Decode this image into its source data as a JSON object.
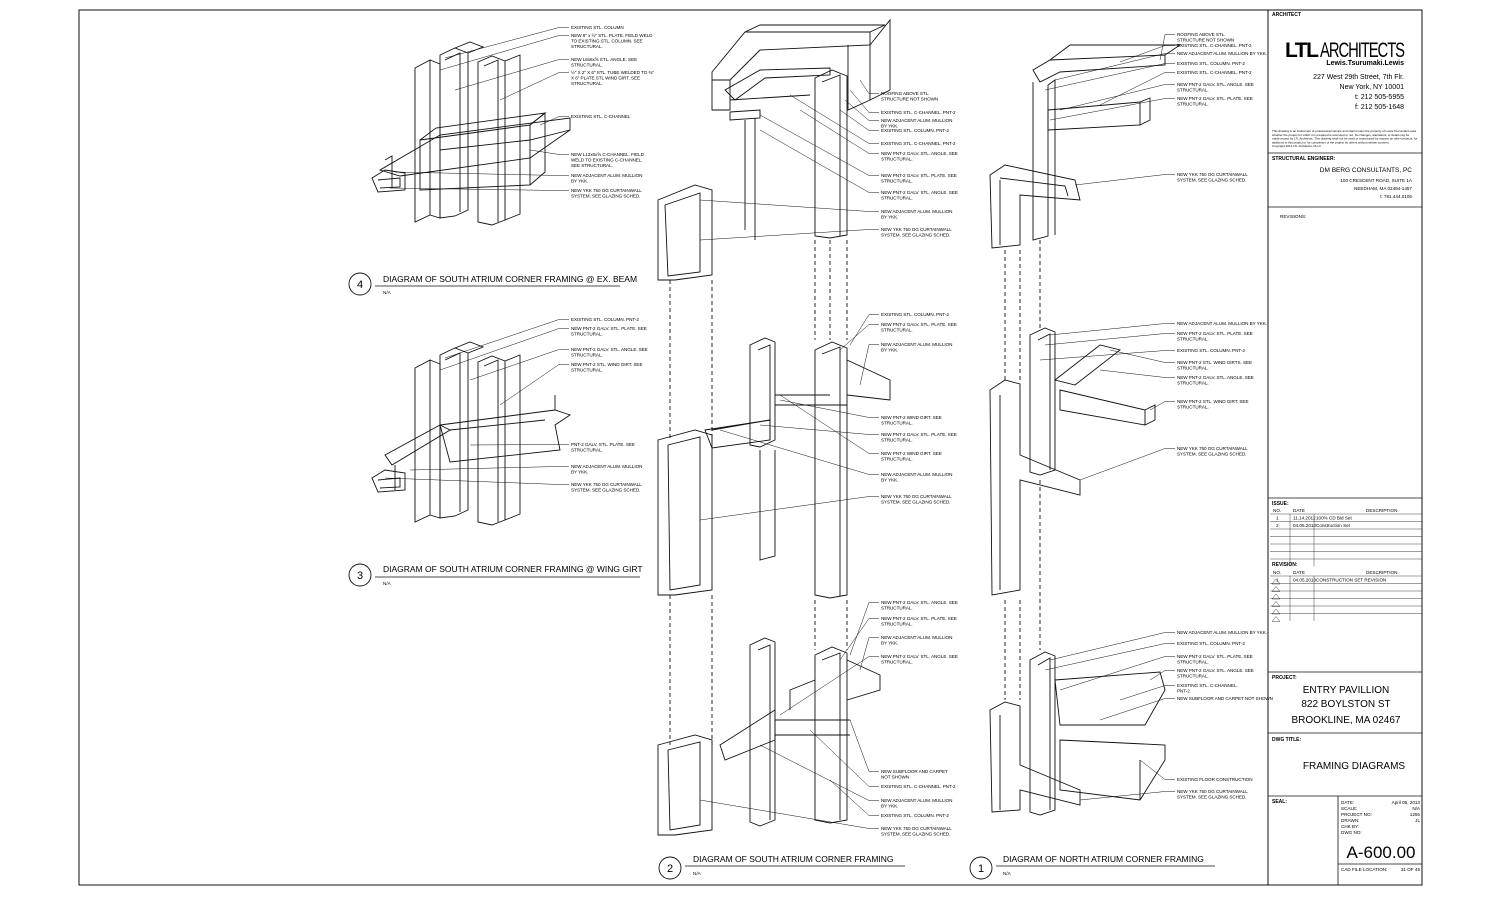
{
  "title_block": {
    "architect_label": "ARCHITECT",
    "firm_logo_bold": "LTL",
    "firm_logo_light": "ARCHITECTS",
    "firm_subline": "Lewis.Tsurumaki.Lewis",
    "address_line1": "227 West 29th Street, 7th Flr.",
    "address_line2": "New York, NY 10001",
    "phone": "t: 212 505-5955",
    "fax": "f: 212 505-1648",
    "disclaimer": [
      "This drawing is an instrument of professional service and shall remain the property of Lewis.Tsurumaki.Lewis",
      "whether the project for which it is prepared is executed or not. No changes, alterations, or detail may be",
      "made except by LTL Architects. This drawing shall not be used or reproduced by anyone on other projects, for",
      "additions to this project or for completion of the project by others without written consent.",
      "Copyright 2013 LTL Architects, PLLC"
    ],
    "engineer_label": "STRUCTURAL ENGINEER:",
    "engineer_name": "DM BERG CONSULTANTS, PC",
    "engineer_line1": "100 CRESCENT ROAD, SUITE 1A",
    "engineer_line2": "NEEDHAM, MA 02494-1457",
    "engineer_line3": "t: 781.444.0105",
    "revisions_label": "REVISIONS:",
    "issue_label": "ISSUE:",
    "issue_headers": [
      "NO.",
      "DATE",
      "DESCRIPTION"
    ],
    "issue_rows": [
      [
        "1",
        "11.14.2012",
        "100% CD Bid Set"
      ],
      [
        "2",
        "04.05.2013",
        "Construction Set"
      ]
    ],
    "revision_label": "REVISION:",
    "revision_headers": [
      "NO.",
      "DATE",
      "DESCRIPTION"
    ],
    "revision_rows": [
      [
        "1",
        "04.05.2013",
        "CONSTRUCTION SET REVISION"
      ]
    ],
    "project_label": "PROJECT:",
    "project_line1": "ENTRY PAVILLION",
    "project_line2": "822 BOYLSTON ST",
    "project_line3": "BROOKLINE, MA 02467",
    "dwg_title_label": "DWG TITLE:",
    "dwg_title": "FRAMING DIAGRAMS",
    "seal_label": "SEAL:",
    "meta": [
      {
        "label": "DATE:",
        "value": "April 05, 2013"
      },
      {
        "label": "SCALE:",
        "value": "N/A"
      },
      {
        "label": "PROJECT NO:",
        "value": "1255"
      },
      {
        "label": "DRAWN:",
        "value": "JL"
      },
      {
        "label": "CHK BY:",
        "value": ""
      },
      {
        "label": "DWG NO:",
        "value": ""
      }
    ],
    "sheet_number": "A-600.00",
    "cad_label": "CAD FILE LOCATION:",
    "sheet_count": "31 OF 45"
  },
  "diagrams": [
    {
      "number": "4",
      "title": "DIAGRAM OF SOUTH ATRIUM CORNER FRAMING @ EX. BEAM",
      "scale": "N/A"
    },
    {
      "number": "3",
      "title": "DIAGRAM OF SOUTH ATRIUM CORNER FRAMING @ WING GIRT",
      "scale": "N/A"
    },
    {
      "number": "2",
      "title": "DIAGRAM OF SOUTH ATRIUM CORNER FRAMING",
      "scale": "N/A"
    },
    {
      "number": "1",
      "title": "DIAGRAM OF NORTH ATRIUM CORNER FRAMING",
      "scale": "N/A"
    }
  ],
  "notes": {
    "d4": [
      [
        "EXISTING STL. COLUMN"
      ],
      [
        "NEW 6\" x ½\" STL. PLATE. FIELD WELD",
        "TO EXISTING STL. COLUMN. SEE",
        "STRUCTURAL."
      ],
      [
        "NEW L6x6x⅝ STL. ANGLE. SEE",
        "STRUCTURAL."
      ],
      [
        "½\" X 2\" X 6\" STL. TUBE WELDED TO ⅜\"",
        "X 6\" PLATE STL WIND GIRT. SEE",
        "STRUCTURAL."
      ],
      [
        "EXISTING STL. C-CHANNEL"
      ],
      [
        "NEW L12x6x⅝ C-CHANNEL. FIELD",
        "WELD TO EXISTING C-CHANNEL.",
        "SEE STRUCTURAL."
      ],
      [
        "NEW ADJACENT ALUM. MULLION",
        "BY YKK."
      ],
      [
        "NEW YKK 750 OG CURTAINWALL",
        "SYSTEM. SEE GLAZING SCHED."
      ]
    ],
    "d3": [
      [
        "EXISTING STL. COLUMN. PNT-2"
      ],
      [
        "NEW PNT-2 GALV. STL. PLATE. SEE",
        "STRUCTURAL."
      ],
      [
        "NEW PNT-2 GALV. STL. ANGLE. SEE",
        "STRUCTURAL."
      ],
      [
        "NEW PNT-2 STL. WIND GIRT. SEE",
        "STRUCTURAL."
      ],
      [
        "PNT-2 GALV. STL. PLATE. SEE",
        "STRUCTURAL."
      ],
      [
        "NEW ADJACENT ALUM. MULLION",
        "BY YKK."
      ],
      [
        "NEW YKK 750 OG CURTAINWALL",
        "SYSTEM. SEE GLAZING SCHED."
      ]
    ],
    "d2_top": [
      [
        "ROOFING ABOVE STL.",
        "STRUCTURE NOT SHOWN"
      ],
      [
        "EXISTING STL. C-CHANNEL. PNT-2"
      ],
      [
        "NEW ADJACENT ALUM. MULLION",
        "BY YKK."
      ],
      [
        "EXISTING STL. COLUMN. PNT-2"
      ],
      [
        "EXISTING STL. C-CHANNEL. PNT-2"
      ],
      [
        "NEW PNT-2 GALV. STL. ANGLE. SEE",
        "STRUCTURAL."
      ],
      [
        "NEW PNT-2 GALV. STL. PLATE. SEE",
        "STRUCTURAL."
      ],
      [
        "NEW PNT-2 GALV. STL. ANGLE. SEE",
        "STRUCTURAL."
      ],
      [
        "NEW ADJACENT ALUM. MULLION",
        "BY YKK."
      ],
      [
        "NEW YKK 750 OG CURTAINWALL",
        "SYSTEM. SEE GLAZING SCHED."
      ]
    ],
    "d2_mid": [
      [
        "EXISTING STL. COLUMN. PNT-2"
      ],
      [
        "NEW PNT-2 GALV. STL. PLATE. SEE",
        "STRUCTURAL."
      ],
      [
        "NEW ADJACENT ALUM. MULLION",
        "BY YKK."
      ],
      [
        "NEW PNT-2 WIND GIRT. SEE",
        "STRUCTURAL."
      ],
      [
        "NEW PNT-2 GALV. STL. PLATE. SEE",
        "STRUCTURAL."
      ],
      [
        "NEW PNT-2 WIND GIRT. SEE",
        "STRUCTURAL."
      ],
      [
        "NEW ADJACENT ALUM. MULLION",
        "BY YKK."
      ],
      [
        "NEW YKK 750 OG CURTAINWALL",
        "SYSTEM. SEE GLAZING SCHED."
      ]
    ],
    "d2_bot": [
      [
        "NEW PNT-2 GALV. STL. ANGLE. SEE",
        "STRUCTURAL."
      ],
      [
        "NEW PNT-2 GALV. STL. PLATE. SEE",
        "STRUCTURAL."
      ],
      [
        "NEW ADJACENT ALUM. MULLION",
        "BY YKK."
      ],
      [
        "NEW PNT-2 GALV. STL. ANGLE. SEE",
        "STRUCTURAL."
      ],
      [
        "NEW SUBFLOOR AND CARPET",
        "NOT SHOWN"
      ],
      [
        "EXISTING STL. C-CHANNEL. PNT-2"
      ],
      [
        "NEW ADJACENT ALUM. MULLION",
        "BY YKK."
      ],
      [
        "EXISTING STL. COLUMN. PNT-2"
      ],
      [
        "NEW YKK 750 OG CURTAINWALL",
        "SYSTEM. SEE GLAZING SCHED."
      ]
    ],
    "d1_top": [
      [
        "ROOFING ABOVE STL.",
        "STRUCTURE NOT SHOWN"
      ],
      [
        "EXISTING STL. C-CHANNEL. PNT-2"
      ],
      [
        "NEW ADJACENT ALUM. MULLION BY YKK."
      ],
      [
        "EXISTING STL. COLUMN. PNT-2"
      ],
      [
        "EXISTING STL. C-CHANNEL. PNT-2"
      ],
      [
        "NEW PNT-2 GALV. STL. ANGLE. SEE",
        "STRUCTURAL."
      ],
      [
        "NEW PNT-2 GALV. STL. PLATE. SEE",
        "STRUCTURAL."
      ],
      [
        "NEW YKK 750 OG CURTAINWALL",
        "SYSTEM. SEE GLAZING SCHED."
      ]
    ],
    "d1_mid": [
      [
        "NEW ADJACENT ALUM. MULLION BY YKK."
      ],
      [
        "NEW PNT-2 GALV. STL. PLATE. SEE",
        "STRUCTURAL."
      ],
      [
        "EXISTING STL. COLUMN. PNT-2"
      ],
      [
        "NEW PNT-2 STL. WIND GIRTS. SEE",
        "STRUCTURAL."
      ],
      [
        "NEW PNT-2 GALV. STL. ANGLE. SEE",
        "STRUCTURAL."
      ],
      [
        "NEW PNT-2 STL. WIND GIRT. SEE",
        "STRUCTURAL."
      ],
      [
        "NEW YKK 750 OG CURTAINWALL",
        "SYSTEM. SEE GLAZING SCHED."
      ]
    ],
    "d1_bot": [
      [
        "NEW ADJACENT ALUM. MULLION BY YKK."
      ],
      [
        "EXISTING STL. COLUMN. PNT-2"
      ],
      [
        "NEW PNT-2 GALV. STL. PLATE. SEE",
        "STRUCTURAL."
      ],
      [
        "NEW PNT-2 GALV. STL. ANGLE. SEE",
        "STRUCTURAL."
      ],
      [
        "EXISTING STL. C-CHANNEL.",
        "PNT-2"
      ],
      [
        "NEW SUBFLOOR AND CARPET NOT SHOWN"
      ],
      [
        "EXISTING FLOOR CONSTRUCTION"
      ],
      [
        "NEW YKK 750 OG CURTAINWALL",
        "SYSTEM. SEE GLAZING SCHED."
      ]
    ]
  }
}
